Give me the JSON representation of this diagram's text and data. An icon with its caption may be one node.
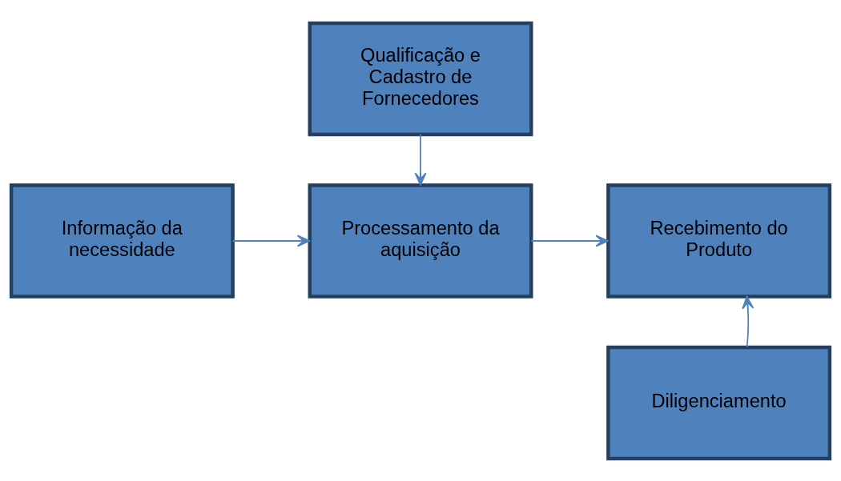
{
  "diagram": {
    "nodes": [
      {
        "text": [
          "Qualificação e Cadastro de Fornecedores"
        ]
      },
      {
        "text": [
          "Informação da necessidade"
        ]
      },
      {
        "text": [
          "Processamento da aquisição"
        ]
      },
      {
        "text": [
          "Recebimento do Produto"
        ]
      },
      {
        "text": [
          "Diligenciamento"
        ]
      }
    ],
    "edges": [
      {
        "from": 0,
        "to": 2,
        "arrow": "to"
      },
      {
        "from": 1,
        "to": 2,
        "arrow": "to"
      },
      {
        "from": 2,
        "to": 3,
        "arrow": "to"
      },
      {
        "from": 4,
        "to": 3,
        "arrow": "to"
      }
    ]
  }
}
